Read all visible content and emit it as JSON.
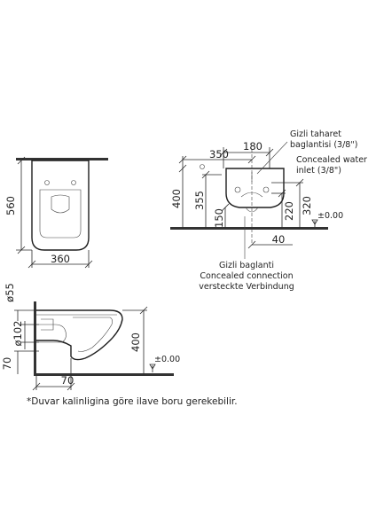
{
  "top_view": {
    "dim_height": "560",
    "dim_width": "360"
  },
  "side_view_right": {
    "dim_350": "350",
    "dim_180": "180",
    "dim_400": "400",
    "dim_355": "355",
    "dim_150": "150",
    "dim_220": "220",
    "dim_320": "320",
    "dim_40": "40",
    "floor_level": "±0.00",
    "callout_bidet_tr_1": "Gizli taharet",
    "callout_bidet_tr_2": "baglantisi  (3/8\")",
    "callout_bidet_en_1": "Concealed water",
    "callout_bidet_en_2": "inlet  (3/8\")",
    "callout_conn_tr": "Gizli baglanti",
    "callout_conn_en": "Concealed connection",
    "callout_conn_de": "versteckte Verbindung"
  },
  "side_view_left": {
    "dim_55": "ø55",
    "dim_102": "ø102",
    "dim_70_v": "70",
    "dim_70_h": "70",
    "dim_400": "400",
    "floor_level": "±0.00"
  },
  "footnote": "*Duvar kalinligina göre ilave boru gerekebilir."
}
